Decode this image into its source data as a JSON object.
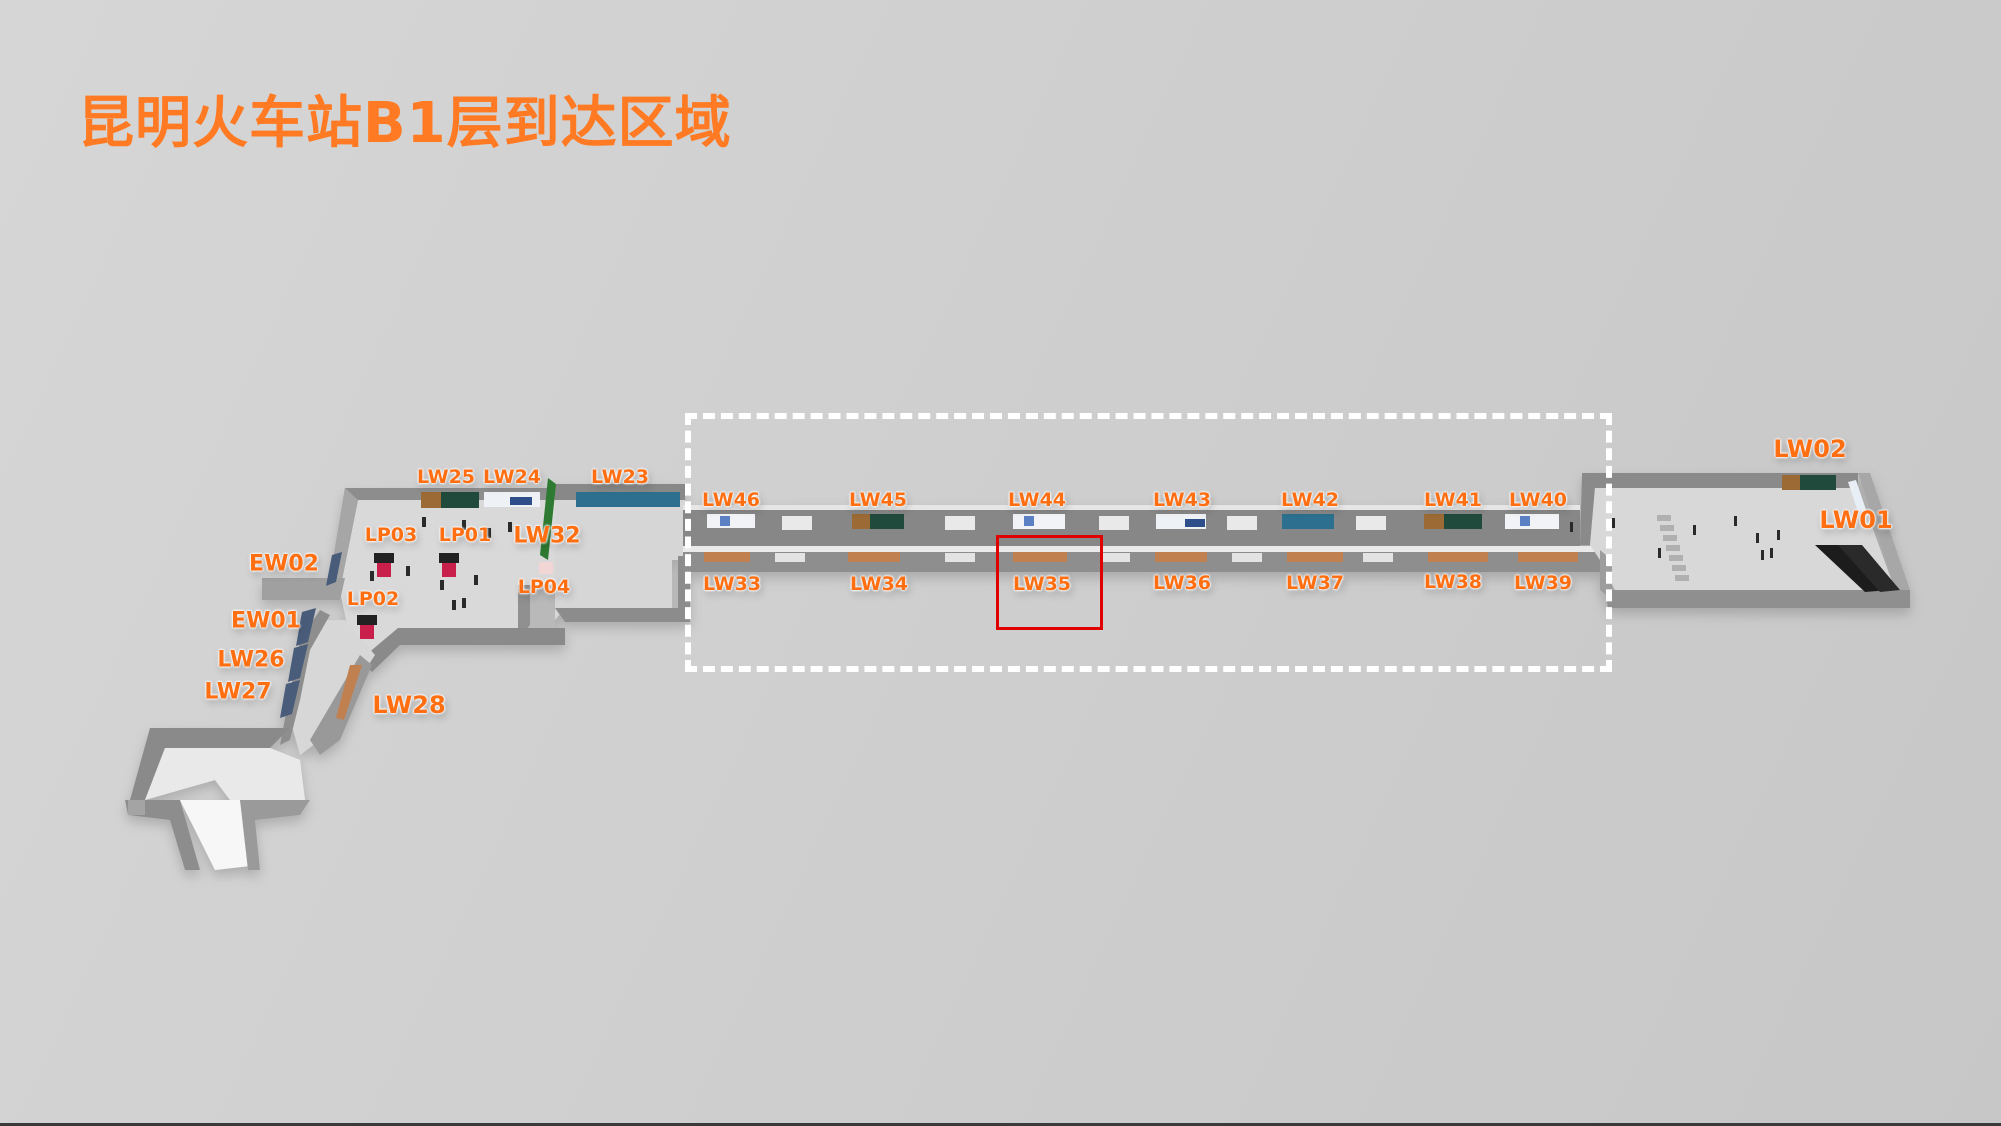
{
  "title": "昆明火车站B1层到达区域",
  "colors": {
    "title": "#ff7a22",
    "label": "#ff6f12",
    "highlight_box": "#e00000",
    "dashed_box": "#ffffff",
    "background": "#cfcfcf",
    "wall": "#8c8c8c",
    "floor": "#d9d9d9",
    "lightbox_placeholder": "#c1804f"
  },
  "highlight": {
    "dashed_region": "LW33–LW46 corridor",
    "selected": "LW35"
  },
  "labels": {
    "left_hall": [
      {
        "id": "LW25",
        "text": "LW25"
      },
      {
        "id": "LW24",
        "text": "LW24"
      },
      {
        "id": "LW23",
        "text": "LW23"
      },
      {
        "id": "LP03",
        "text": "LP03"
      },
      {
        "id": "LP01",
        "text": "LP01"
      },
      {
        "id": "LW32",
        "text": "LW32"
      },
      {
        "id": "EW02",
        "text": "EW02"
      },
      {
        "id": "LP04",
        "text": "LP04"
      },
      {
        "id": "LP02",
        "text": "LP02"
      },
      {
        "id": "EW01",
        "text": "EW01"
      },
      {
        "id": "LW26",
        "text": "LW26"
      },
      {
        "id": "LW27",
        "text": "LW27"
      },
      {
        "id": "LW28",
        "text": "LW28"
      }
    ],
    "corridor_top": [
      {
        "id": "LW46",
        "text": "LW46"
      },
      {
        "id": "LW45",
        "text": "LW45"
      },
      {
        "id": "LW44",
        "text": "LW44"
      },
      {
        "id": "LW43",
        "text": "LW43"
      },
      {
        "id": "LW42",
        "text": "LW42"
      },
      {
        "id": "LW41",
        "text": "LW41"
      },
      {
        "id": "LW40",
        "text": "LW40"
      }
    ],
    "corridor_bottom": [
      {
        "id": "LW33",
        "text": "LW33"
      },
      {
        "id": "LW34",
        "text": "LW34"
      },
      {
        "id": "LW35",
        "text": "LW35"
      },
      {
        "id": "LW36",
        "text": "LW36"
      },
      {
        "id": "LW37",
        "text": "LW37"
      },
      {
        "id": "LW38",
        "text": "LW38"
      },
      {
        "id": "LW39",
        "text": "LW39"
      }
    ],
    "right_hall": [
      {
        "id": "LW02",
        "text": "LW02"
      },
      {
        "id": "LW01",
        "text": "LW01"
      }
    ]
  }
}
